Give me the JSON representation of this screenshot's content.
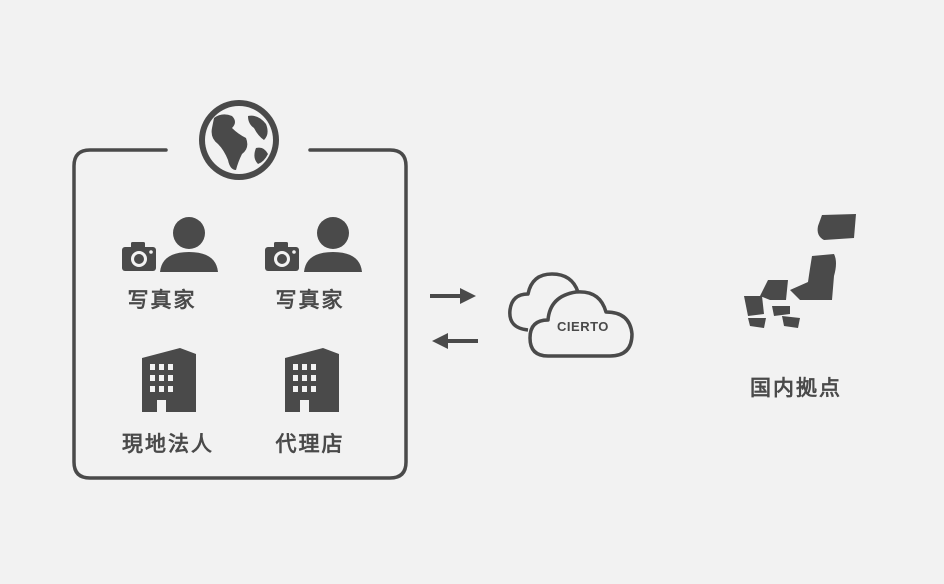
{
  "nodes": {
    "photographer_1": "写真家",
    "photographer_2": "写真家",
    "local_subsidiary": "現地法人",
    "agency": "代理店",
    "cloud_service": "CIERTO",
    "domestic_base": "国内拠点"
  },
  "icons": {
    "globe": "globe-icon",
    "camera": "camera-icon",
    "person": "person-icon",
    "building": "building-icon",
    "cloud": "cloud-icon",
    "japan_map": "japan-map-icon",
    "arrow_right": "arrow-right-icon",
    "arrow_left": "arrow-left-icon"
  },
  "colors": {
    "background": "#f2f2f2",
    "ink": "#4a4a4a"
  }
}
